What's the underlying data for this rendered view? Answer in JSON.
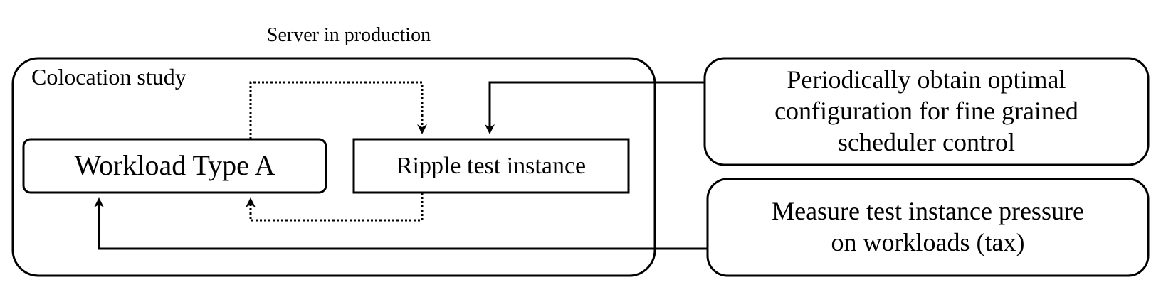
{
  "diagram": {
    "server_label": "Server in production",
    "colocation_label": "Colocation study",
    "workload_label": "Workload Type A",
    "ripple_label": "Ripple test instance",
    "periodic_lines": [
      "Periodically obtain optimal",
      "configuration for fine grained",
      "scheduler control"
    ],
    "measure_lines": [
      "Measure test instance pressure",
      "on workloads (tax)"
    ]
  }
}
